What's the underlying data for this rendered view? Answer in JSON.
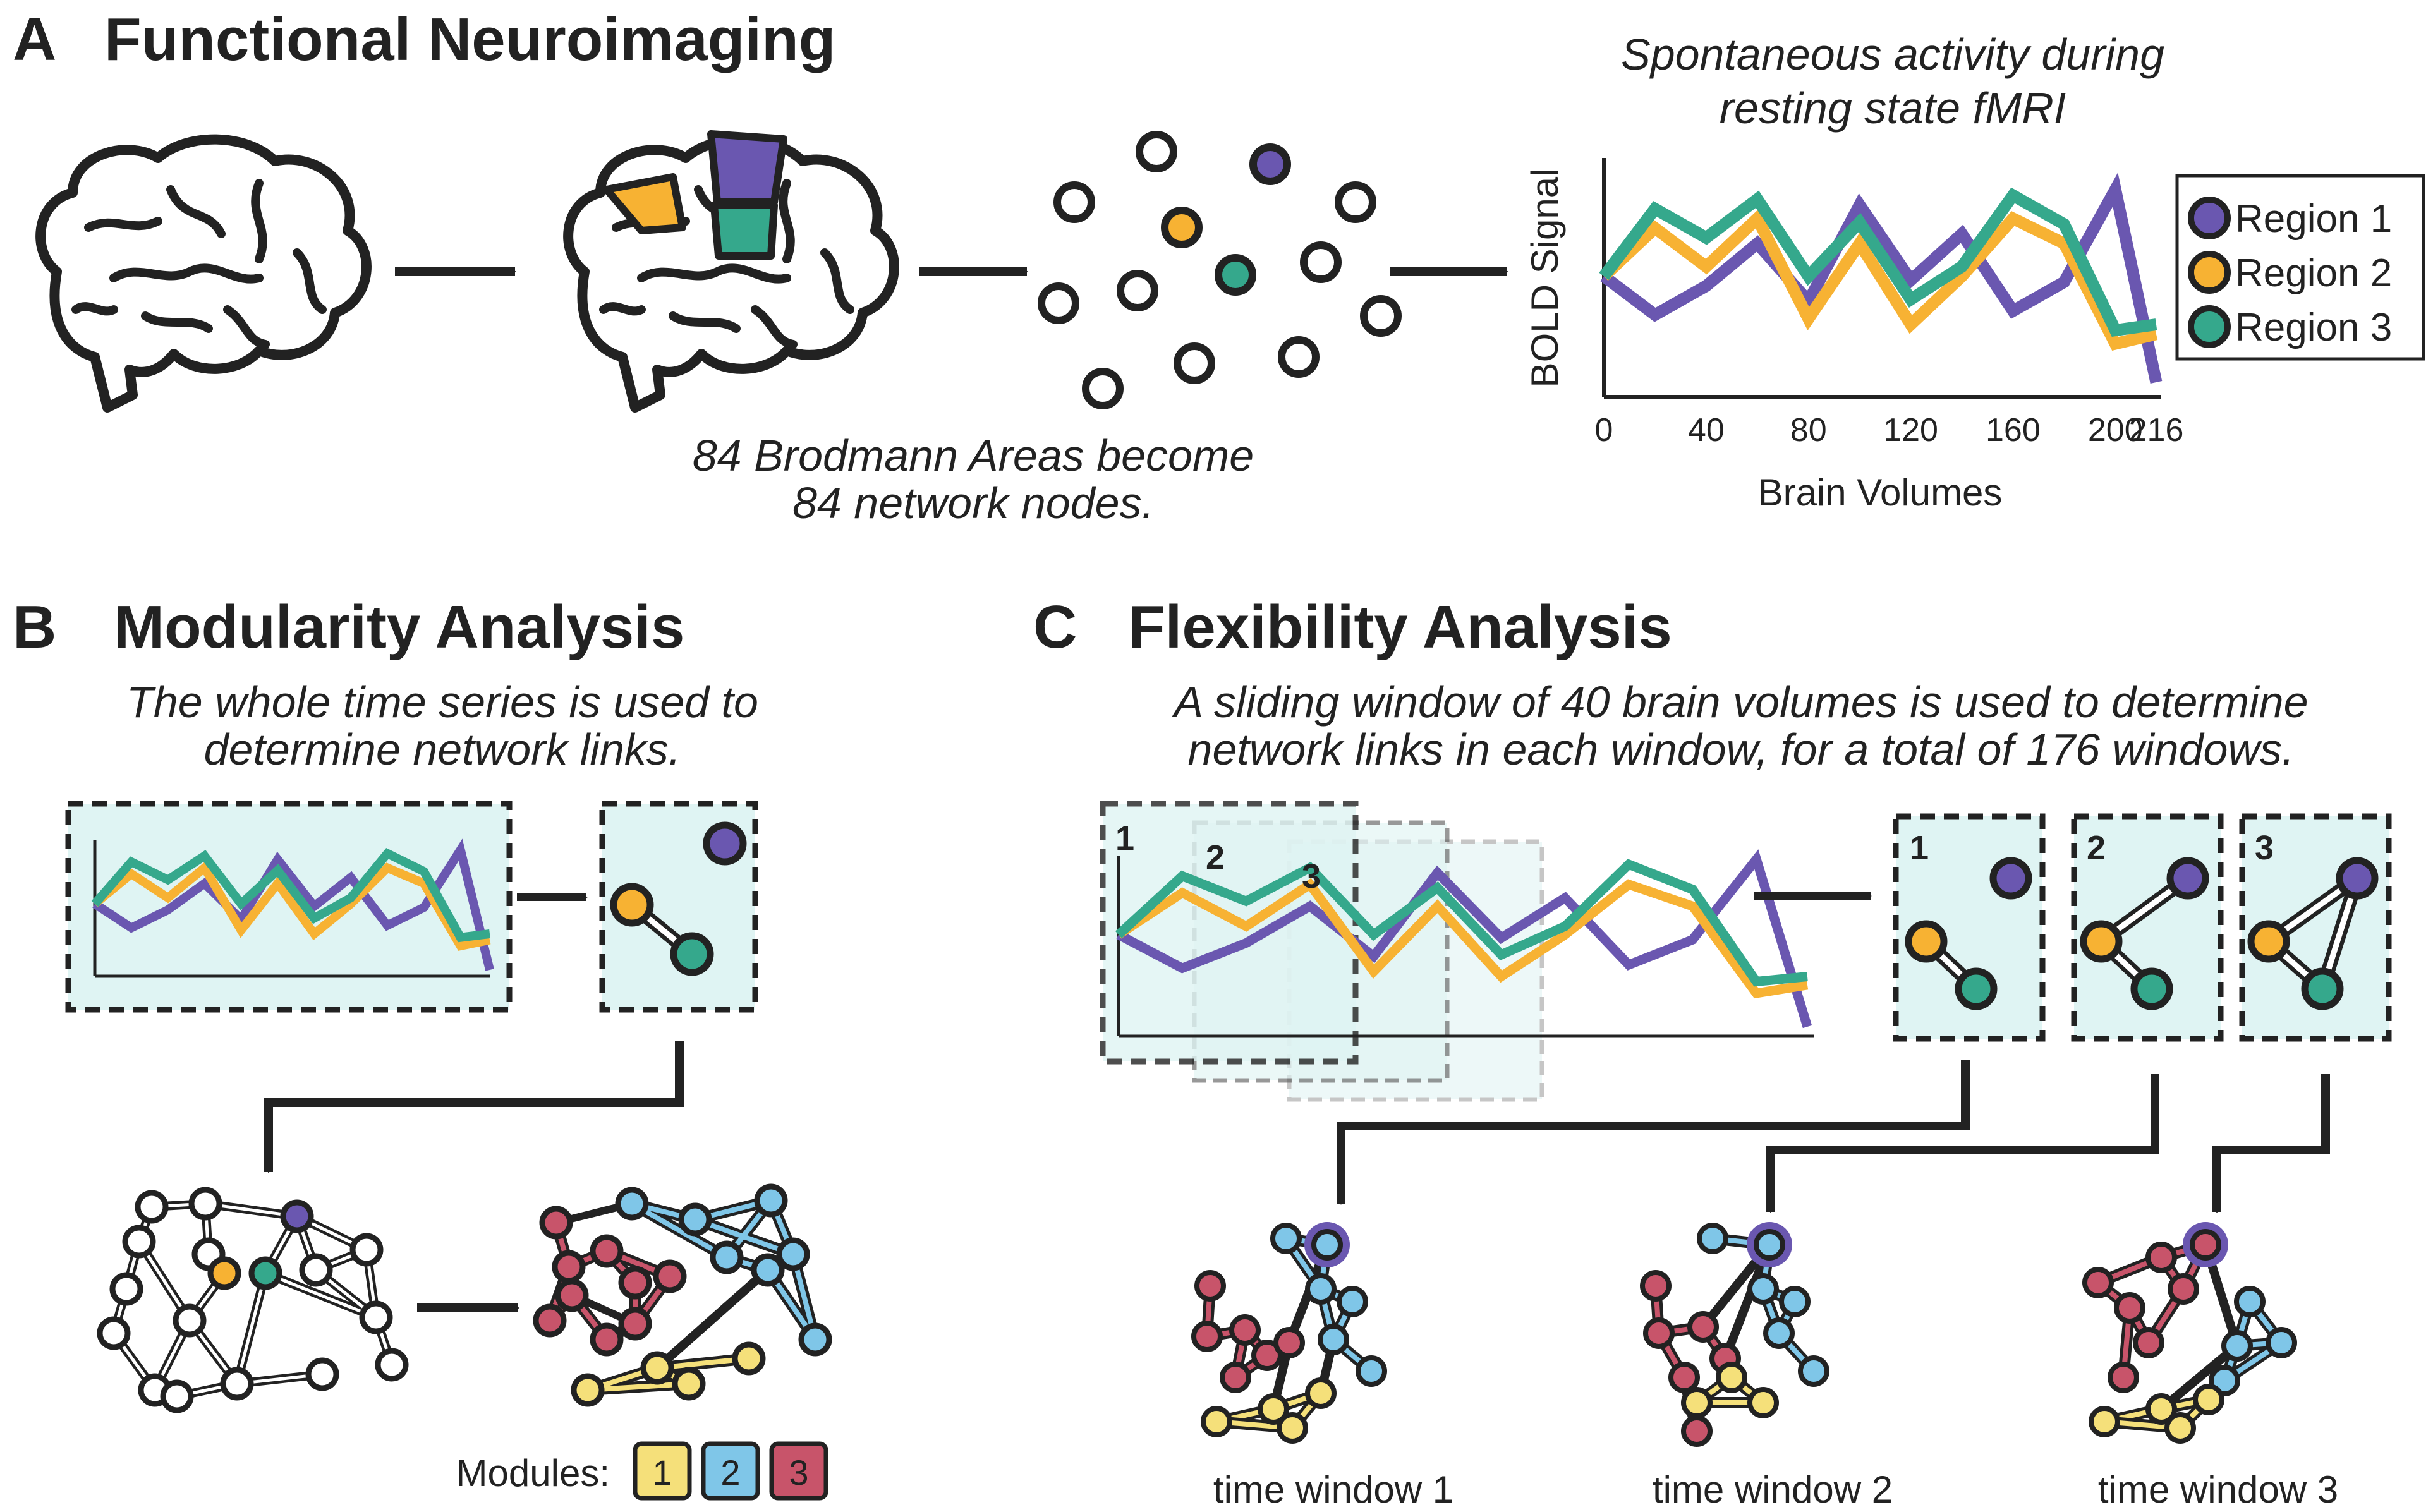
{
  "panel_a": {
    "letter": "A",
    "title": "Functional Neuroimaging",
    "nodes_caption_line1": "84 Brodmann Areas become",
    "nodes_caption_line2": "84 network nodes.",
    "chart_title_line1": "Spontaneous activity during",
    "chart_title_line2": "resting state fMRI"
  },
  "panel_b": {
    "letter": "B",
    "title": "Modularity Analysis",
    "caption_line1": "The whole time series is used to",
    "caption_line2": "determine network links.",
    "modules_label": "Modules:",
    "modules": [
      {
        "number": "1",
        "color": "#f5e07a"
      },
      {
        "number": "2",
        "color": "#7fc6e8"
      },
      {
        "number": "3",
        "color": "#c8546a"
      }
    ]
  },
  "panel_c": {
    "letter": "C",
    "title": "Flexibility Analysis",
    "caption_line1": "A sliding window of 40 brain volumes is used to determine",
    "caption_line2": "network links in each window, for a total of 176 windows.",
    "window_numbers": [
      "1",
      "2",
      "3"
    ],
    "time_window_labels": [
      "time window 1",
      "time window 2",
      "time window 3"
    ]
  },
  "colors": {
    "region1": "#6a57b0",
    "region2": "#f7b233",
    "region3": "#35a88c",
    "box_fill": "#dff4f3",
    "module1": "#f5e07a",
    "module2": "#7fc6e8",
    "module3": "#c8546a"
  },
  "chart_data": {
    "type": "line",
    "xlabel": "Brain Volumes",
    "ylabel": "BOLD Signal",
    "x_ticks": [
      "0",
      "40",
      "80",
      "120",
      "160",
      "200",
      "216"
    ],
    "x": [
      0,
      20,
      40,
      60,
      80,
      100,
      120,
      140,
      160,
      180,
      200,
      216
    ],
    "legend_position": "right",
    "series": [
      {
        "name": "Region 1",
        "color": "#6a57b0",
        "values": [
          0.55,
          0.35,
          0.5,
          0.72,
          0.42,
          0.92,
          0.53,
          0.77,
          0.37,
          0.52,
          1.0,
          0.0
        ]
      },
      {
        "name": "Region 2",
        "color": "#f7b233",
        "values": [
          0.55,
          0.8,
          0.6,
          0.85,
          0.33,
          0.72,
          0.3,
          0.55,
          0.85,
          0.72,
          0.2,
          0.25
        ]
      },
      {
        "name": "Region 3",
        "color": "#35a88c",
        "values": [
          0.55,
          0.9,
          0.75,
          0.95,
          0.55,
          0.83,
          0.43,
          0.6,
          0.97,
          0.82,
          0.27,
          0.3
        ]
      }
    ]
  }
}
